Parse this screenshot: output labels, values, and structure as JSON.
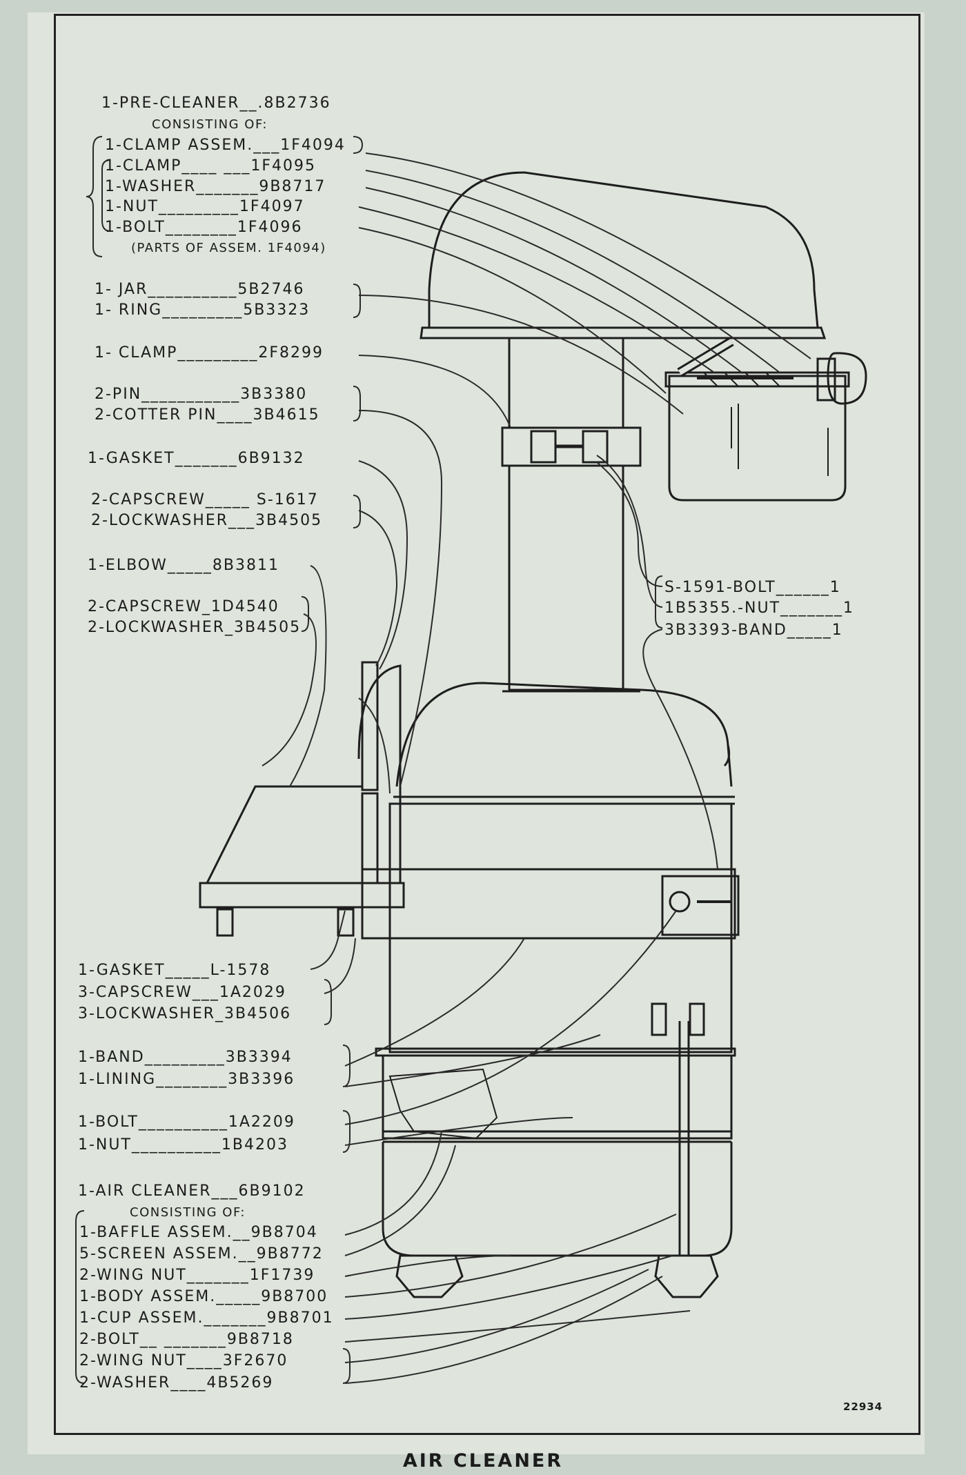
{
  "caption": "AIR CLEANER",
  "figure_number": "22934",
  "labels": {
    "pre_cleaner": "1-PRE-CLEANER__.8B2736",
    "pre_consisting": "CONSISTING OF:",
    "clamp_assem": "1-CLAMP ASSEM.___1F4094",
    "clamp": "1-CLAMP____ ___1F4095",
    "washer": "1-WASHER_______9B8717",
    "nut": "1-NUT_________1F4097",
    "bolt": "1-BOLT________1F4096",
    "parts_of": "(PARTS OF ASSEM. 1F4094)",
    "jar": "1- JAR__________5B2746",
    "ring": "1- RING_________5B3323",
    "clamp2": "1- CLAMP_________2F8299",
    "pin": "2-PIN___________3B3380",
    "cotter_pin": "2-COTTER PIN____3B4615",
    "gasket": "1-GASKET_______6B9132",
    "capscrew": "2-CAPSCREW_____ S-1617",
    "lockwasher": "2-LOCKWASHER___3B4505",
    "elbow": "1-ELBOW_____8B3811",
    "capscrew2": "2-CAPSCREW_1D4540",
    "lockwasher2": "2-LOCKWASHER_3B4505",
    "s_bolt": "S-1591-BOLT______1",
    "s_nut": "1B5355.-NUT_______1",
    "s_band": "3B3393-BAND_____1",
    "gasket2": "1-GASKET_____L-1578",
    "capscrew3": "3-CAPSCREW___1A2029",
    "lockwasher3": "3-LOCKWASHER_3B4506",
    "band": "1-BAND_________3B3394",
    "lining": "1-LINING________3B3396",
    "bolt2": "1-BOLT__________1A2209",
    "nut2": "1-NUT__________1B4203",
    "air_cleaner": "1-AIR CLEANER___6B9102",
    "air_consisting": "CONSISTING OF:",
    "baffle": "1-BAFFLE ASSEM.__9B8704",
    "screen": "5-SCREEN ASSEM.__9B8772",
    "wing_nut": "2-WING NUT_______1F1739",
    "body": "1-BODY ASSEM._____9B8700",
    "cup": "1-CUP ASSEM._______9B8701",
    "bolt3": "2-BOLT__ _______9B8718",
    "wing_nut2": "2-WING NUT____3F2670",
    "washer2": "2-WASHER____4B5269"
  }
}
